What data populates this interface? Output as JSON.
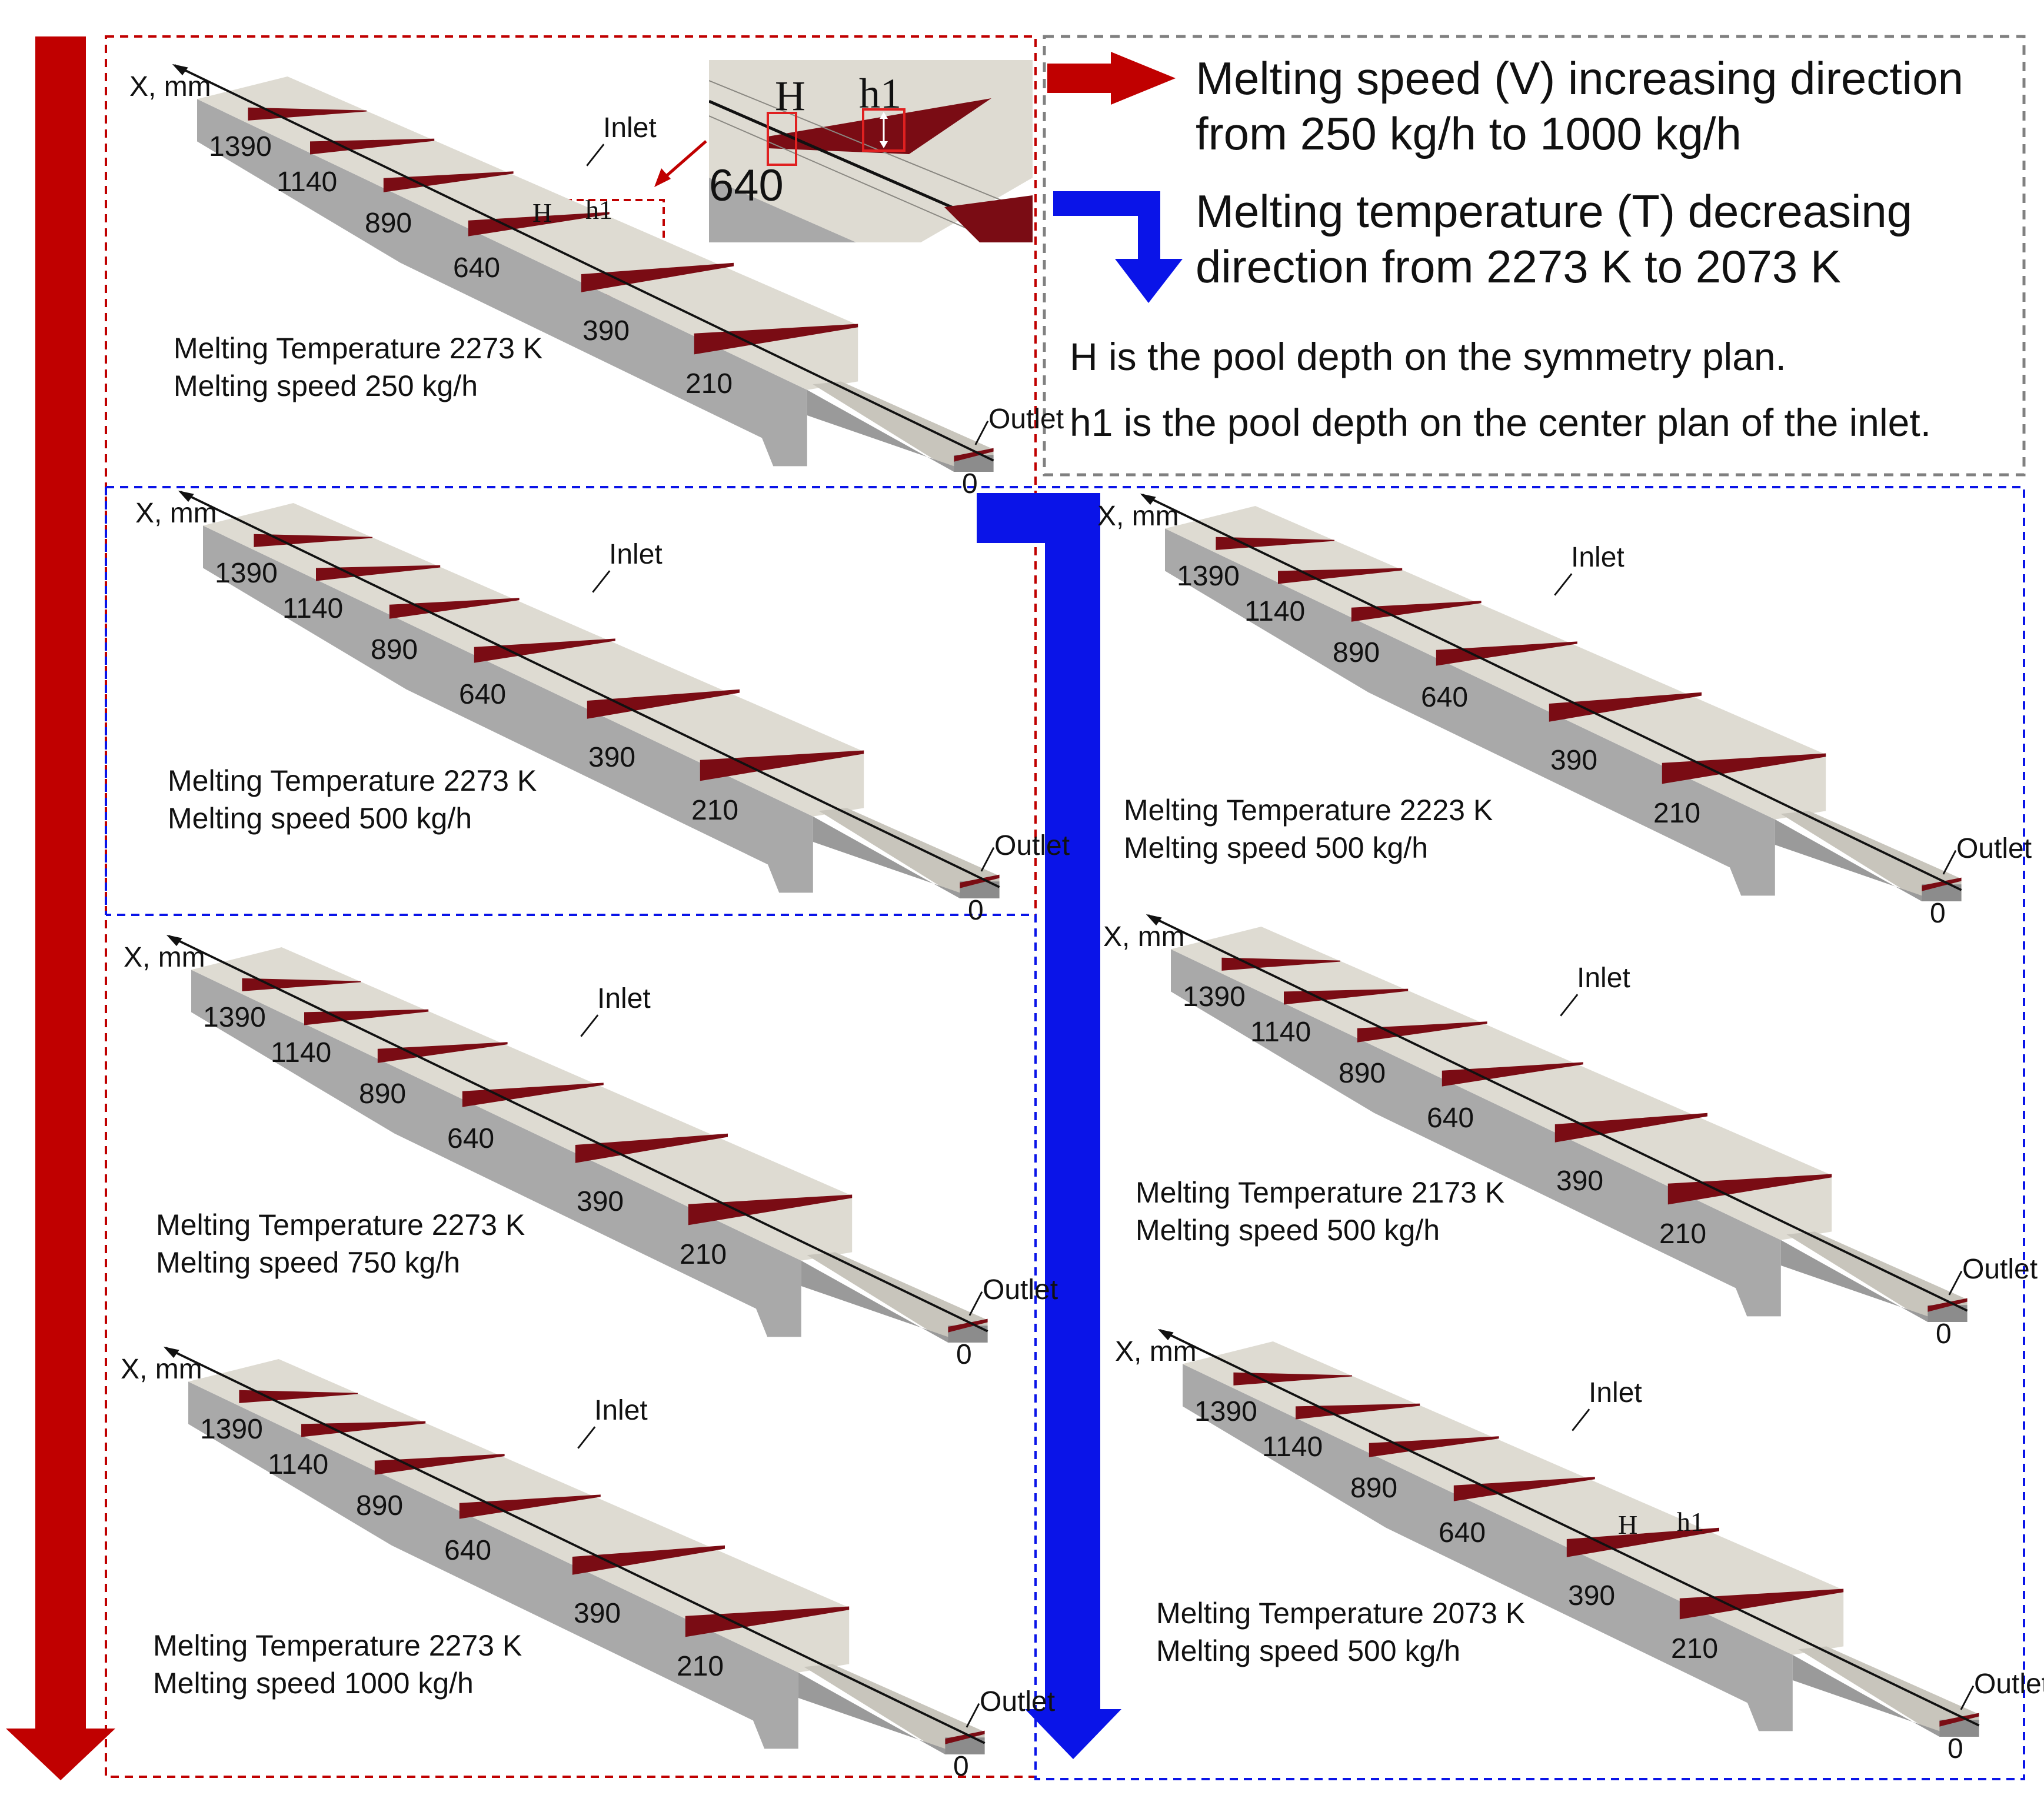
{
  "colors": {
    "speed_red": "#c00000",
    "temperature_blue": "#0a14e8",
    "pool_red": "#7a0c14",
    "frame_gray": "#808080",
    "trough_top": "#dedbd2",
    "trough_side": "#a9a9a9",
    "trough_end": "#8c8c8c"
  },
  "legend": {
    "speed_line1": "Melting speed (V) increasing direction",
    "speed_line2": "from 250 kg/h to 1000 kg/h",
    "temp_line1": "Melting temperature (T) decreasing",
    "temp_line2": "direction from 2273 K to 2073 K",
    "note_H": "H is the pool depth on the symmetry plan.",
    "note_h1": "h1 is the pool depth on the center plan of the inlet."
  },
  "inset": {
    "H_label": "H",
    "h1_label": "h1",
    "tick": "640"
  },
  "common": {
    "axis_label": "X, mm",
    "inlet_label": "Inlet",
    "outlet_label": "Outlet",
    "ticks": [
      "1390",
      "1140",
      "890",
      "640",
      "390",
      "210",
      "0"
    ],
    "H_label": "H",
    "h1_label": "h1"
  },
  "panels": [
    {
      "temperature": "Melting Temperature 2273 K",
      "speed": "Melting speed 250 kg/h"
    },
    {
      "temperature": "Melting Temperature 2273 K",
      "speed": "Melting speed 500 kg/h"
    },
    {
      "temperature": "Melting Temperature 2273 K",
      "speed": "Melting speed 750 kg/h"
    },
    {
      "temperature": "Melting Temperature 2273 K",
      "speed": "Melting speed 1000 kg/h"
    },
    {
      "temperature": "Melting Temperature 2223 K",
      "speed": "Melting speed 500 kg/h"
    },
    {
      "temperature": "Melting Temperature 2173 K",
      "speed": "Melting speed 500 kg/h"
    },
    {
      "temperature": "Melting Temperature 2073 K",
      "speed": "Melting speed 500 kg/h"
    }
  ]
}
